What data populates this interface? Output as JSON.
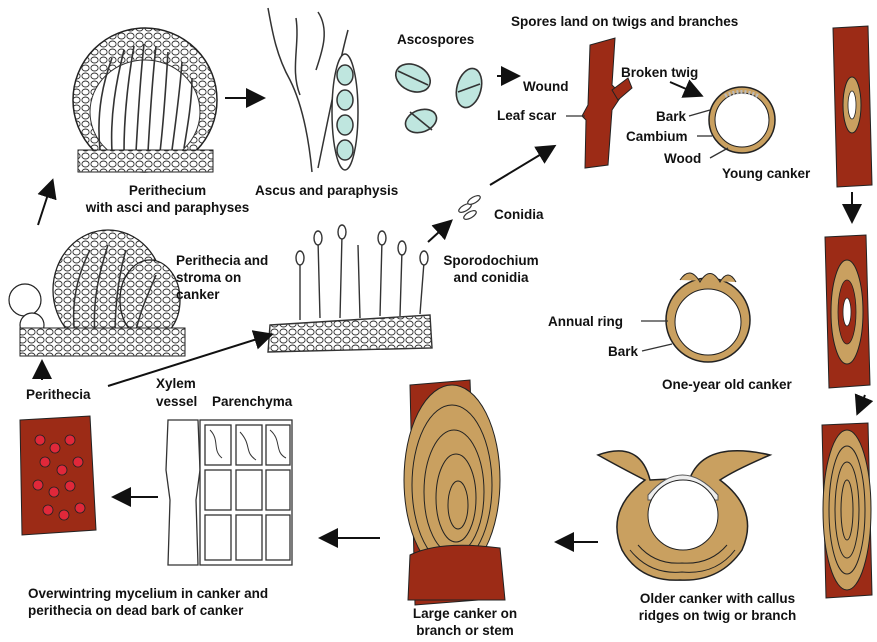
{
  "labels": {
    "ascospores": "Ascospores",
    "spores_land": "Spores land on twigs and branches",
    "wound": "Wound",
    "broken_twig": "Broken twig",
    "leaf_scar": "Leaf scar",
    "bark_young": "Bark",
    "cambium": "Cambium",
    "wood": "Wood",
    "young_canker": "Young canker",
    "perithecium_line1": "Perithecium",
    "perithecium_line2": "with asci and paraphyses",
    "ascus_paraphysis": "Ascus and paraphysis",
    "conidia": "Conidia",
    "stroma_line1": "Perithecia and",
    "stroma_line2": "stroma on",
    "stroma_line3": "canker",
    "sporo_line1": "Sporodochium",
    "sporo_line2": "and conidia",
    "annual_ring": "Annual ring",
    "bark_one_year": "Bark",
    "one_year_canker": "One-year old canker",
    "perithecia": "Perithecia",
    "xylem_line1": "Xylem",
    "xylem_line2": "vessel",
    "parenchyma": "Parenchyma",
    "overwinter_line1": "Overwintring mycelium in canker and",
    "overwinter_line2": "perithecia on dead bark of canker",
    "large_line1": "Large canker on",
    "large_line2": "branch or stem",
    "older_line1": "Older canker with callus",
    "older_line2": "ridges on twig or branch"
  },
  "colors": {
    "bark": "#9c2b16",
    "wood": "#c9a060",
    "spore": "#bfe6df",
    "lesion": "#e0283a",
    "ink": "#222222"
  }
}
